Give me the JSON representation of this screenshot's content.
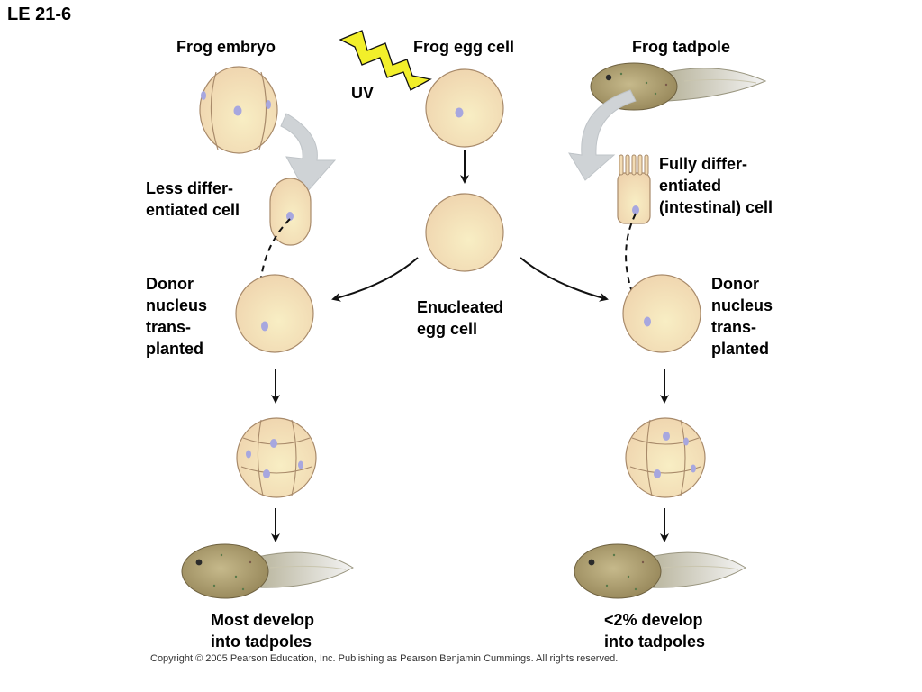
{
  "figure_id": "LE 21-6",
  "labels": {
    "frog_embryo": "Frog embryo",
    "frog_egg_cell": "Frog egg cell",
    "frog_tadpole": "Frog tadpole",
    "uv": "UV",
    "less_differentiated_cell": "Less differ-\nentiated cell",
    "fully_differentiated_cell": "Fully differ-\nentiated\n(intestinal) cell",
    "donor_left": "Donor\nnucleus\ntrans-\nplanted",
    "enucleated_egg_cell": "Enucleated\negg cell",
    "donor_right": "Donor\nnucleus\ntrans-\nplanted",
    "outcome_left": "Most develop\ninto tadpoles",
    "outcome_right": "<2% develop\ninto tadpoles"
  },
  "copyright": "Copyright © 2005 Pearson Education, Inc. Publishing as Pearson Benjamin Cummings. All rights reserved.",
  "colors": {
    "cell_fill": "#f3dcb4",
    "cell_stroke": "#a88a6a",
    "nucleus": "#a7a7df",
    "uv_bolt": "#f2ef2a",
    "big_arrow": "#cfd3d6",
    "tadpole_body": "#a89a6c",
    "tadpole_tail": "#e6e6e6"
  }
}
